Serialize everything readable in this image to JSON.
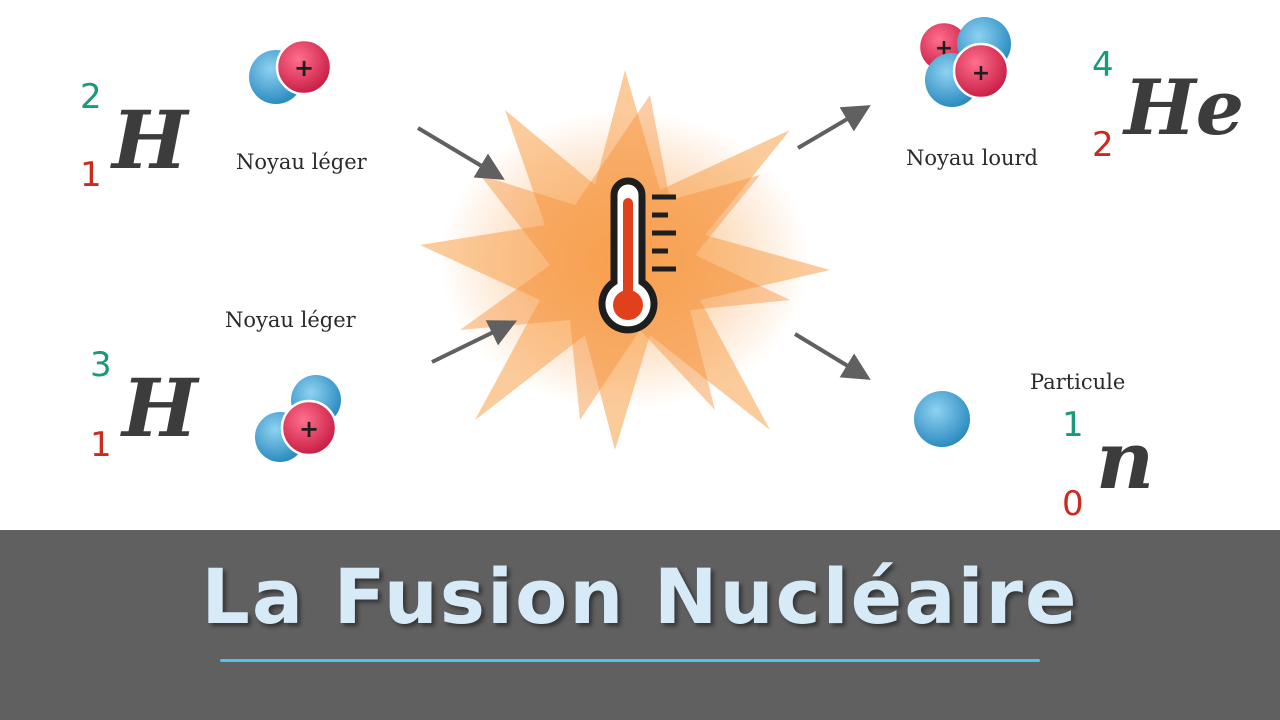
{
  "title": "La Fusion Nucléaire",
  "colors": {
    "proton": "#e0284f",
    "neutron": "#3ea3d3",
    "mass_number": "#1a9a7a",
    "atomic_number": "#cc2a1e",
    "burst": "#f7a04a",
    "thermometer": "#e0401c",
    "banner": "#606060",
    "title_text": "#d6eaf8",
    "underline": "#4fc3e8"
  },
  "nuclei": {
    "deuterium": {
      "symbol": "H",
      "mass_number": "2",
      "atomic_number": "1",
      "label": "Noyau léger"
    },
    "tritium": {
      "symbol": "H",
      "mass_number": "3",
      "atomic_number": "1",
      "label": "Noyau léger"
    },
    "helium": {
      "symbol": "He",
      "mass_number": "4",
      "atomic_number": "2",
      "label": "Noyau lourd"
    },
    "neutron": {
      "symbol": "n",
      "mass_number": "1",
      "atomic_number": "0",
      "label": "Particule"
    }
  },
  "icons": {
    "proton_sign": "+",
    "center": "thermometer-icon",
    "burst": "explosion-burst-icon"
  }
}
